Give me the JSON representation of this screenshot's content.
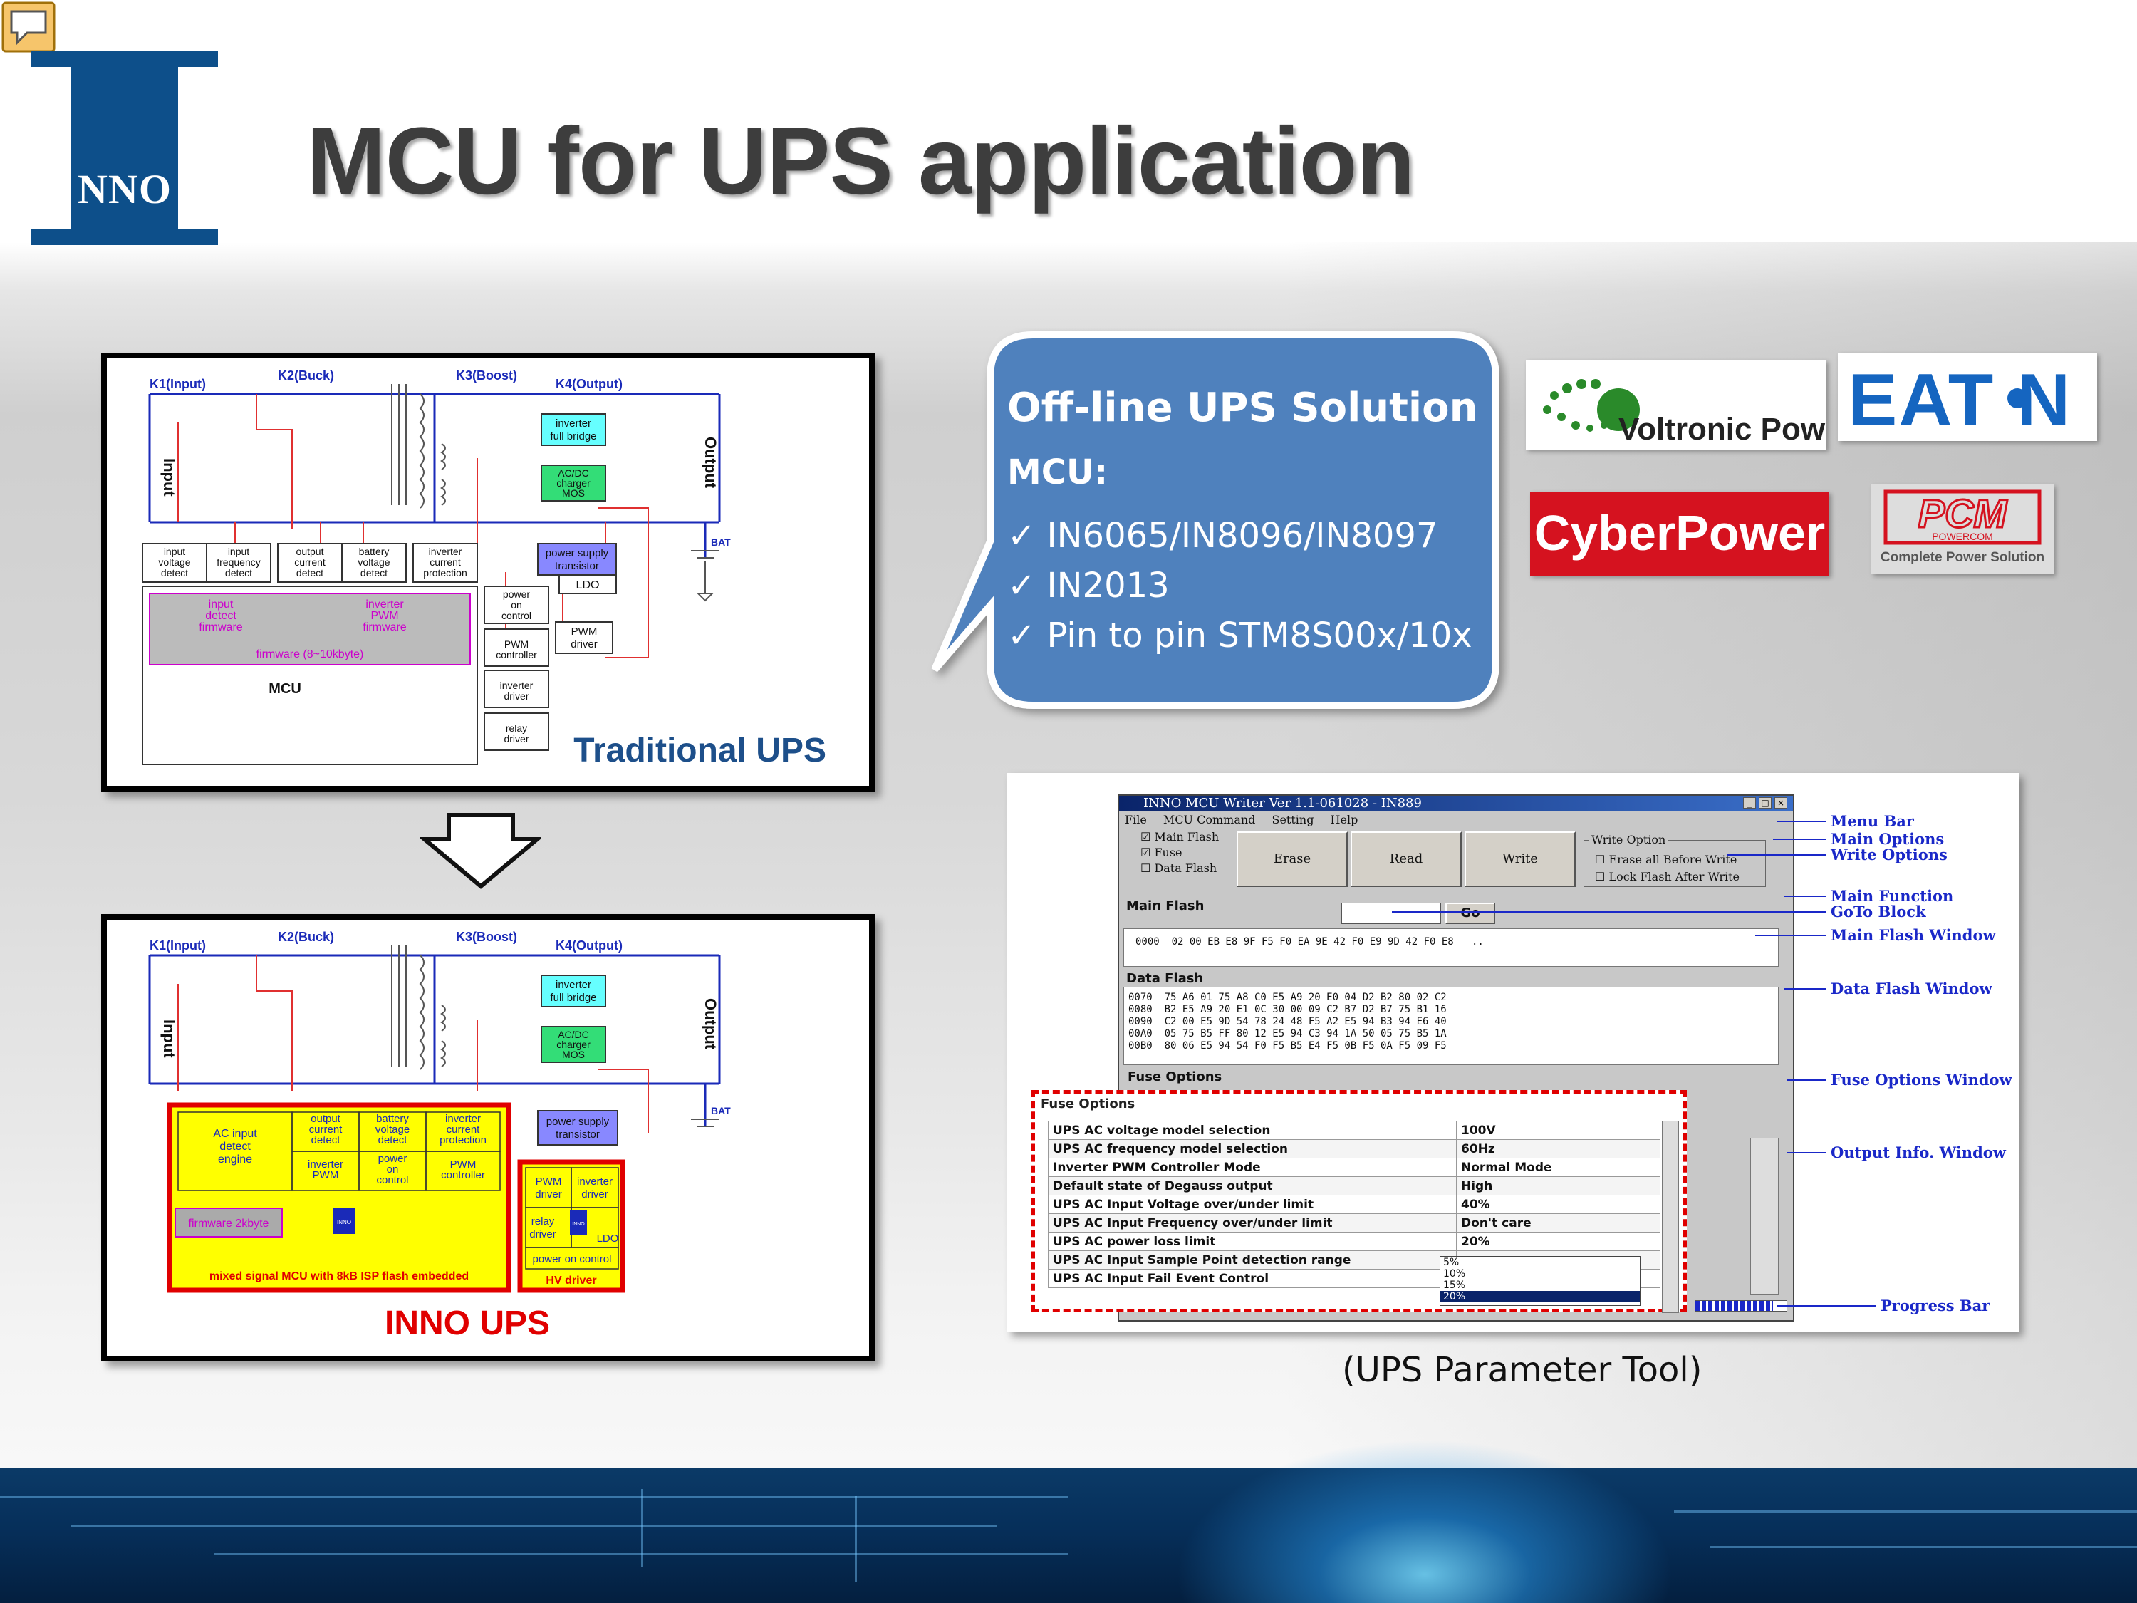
{
  "slide": {
    "title": "MCU for UPS application",
    "logo_text": "NNO"
  },
  "traditional_ups": {
    "caption": "Traditional UPS",
    "switches": [
      "K1(Input)",
      "K2(Buck)",
      "K3(Boost)",
      "K4(Output)"
    ],
    "input_label": "Input",
    "output_label": "Output",
    "bat_label": "BAT",
    "inverter_bridge": [
      "inverter",
      "full bridge"
    ],
    "charger": [
      "AC/DC",
      "charger",
      "MOS"
    ],
    "detect_blocks": [
      [
        "input",
        "voltage",
        "detect"
      ],
      [
        "input",
        "frequency",
        "detect"
      ],
      [
        "output",
        "current",
        "detect"
      ],
      [
        "battery",
        "voltage",
        "detect"
      ],
      [
        "inverter",
        "current",
        "protection"
      ]
    ],
    "power_supply": [
      "power supply",
      "transistor"
    ],
    "ldo": "LDO",
    "mcu_fw_left": [
      "input",
      "detect",
      "firmware"
    ],
    "mcu_fw_right": [
      "inverter",
      "PWM",
      "firmware"
    ],
    "mcu_fw_size": "firmware (8~10kbyte)",
    "mcu_label": "MCU",
    "right_blocks": [
      [
        "power",
        "on",
        "control"
      ],
      [
        "PWM",
        "controller"
      ],
      [
        "inverter",
        "driver"
      ],
      [
        "relay",
        "driver"
      ]
    ],
    "pwm_driver": [
      "PWM",
      "driver"
    ]
  },
  "inno_ups": {
    "caption": "INNO UPS",
    "switches": [
      "K1(Input)",
      "K2(Buck)",
      "K3(Boost)",
      "K4(Output)"
    ],
    "input_label": "Input",
    "output_label": "Output",
    "bat_label": "BAT",
    "inverter_bridge": [
      "inverter",
      "full bridge"
    ],
    "charger": [
      "AC/DC",
      "charger",
      "MOS"
    ],
    "ac_input": [
      "AC input",
      "detect",
      "engine"
    ],
    "top_cells": [
      [
        "output",
        "current",
        "detect"
      ],
      [
        "battery",
        "voltage",
        "detect"
      ],
      [
        "inverter",
        "current",
        "protection"
      ]
    ],
    "bottom_cells": [
      [
        "inverter",
        "PWM"
      ],
      [
        "power",
        "on",
        "control"
      ],
      [
        "PWM",
        "controller"
      ]
    ],
    "firmware": "firmware 2kbyte",
    "chip_label": "INNO",
    "mcu_desc": "mixed signal MCU with 8kB ISP flash embedded",
    "power_supply": [
      "power supply",
      "transistor"
    ],
    "hv_cells": [
      [
        "PWM",
        "driver"
      ],
      [
        "inverter",
        "driver"
      ],
      [
        "relay",
        "driver"
      ]
    ],
    "chip_label2": "INNO",
    "ldo": "LDO",
    "power_on": "power on control",
    "hv_driver": "HV driver"
  },
  "bubble": {
    "heading": "Off-line UPS Solution",
    "mcu_label": "MCU:",
    "bullets": [
      "IN6065/IN8096/IN8097",
      "IN2013",
      "Pin to pin STM8S00x/10x"
    ],
    "check": "✓"
  },
  "brands": {
    "voltronic": "Voltronic Power",
    "eaton": "EAT N",
    "cyberpower": "CyberPower",
    "pcm": "PCM",
    "pcm_sub": "POWERCOM",
    "pcm_tag": "Complete Power Solution"
  },
  "tool": {
    "caption": "(UPS Parameter Tool)",
    "window_title": "INNO MCU Writer Ver 1.1-061028 - IN889",
    "menu": [
      "File",
      "MCU Command",
      "Setting",
      "Help"
    ],
    "checkboxes": [
      "Main Flash",
      "Fuse",
      "Data Flash"
    ],
    "buttons": [
      "Erase",
      "Read",
      "Write"
    ],
    "write_option_title": "Write Option",
    "write_options": [
      "Erase all Before Write",
      "Lock Flash After Write"
    ],
    "main_flash_label": "Main Flash",
    "go_label": "Go",
    "main_flash_row": "0000  02 00 EB E8 9F F5 F0 EA 9E 42 F0 E9 9D 42 F0 E8   ..",
    "data_flash_label": "Data Flash",
    "data_flash_rows": [
      "0070  75 A6 01 75 A8 C0 E5 A9 20 E0 04 D2 B2 80 02 C2",
      "0080  B2 E5 A9 20 E1 0C 30 00 09 C2 B7 D2 B7 75 B1 16",
      "0090  C2 00 E5 9D 54 78 24 48 F5 A2 E5 94 B3 94 E6 40",
      "00A0  05 75 B5 FF 80 12 E5 94 C3 94 1A 50 05 75 B5 1A",
      "00B0  80 06 E5 94 54 F0 F5 B5 E4 F5 0B F5 0A F5 09 F5"
    ],
    "fuse_options_label": "Fuse Options",
    "annotations": [
      "Menu Bar",
      "Main Options",
      "Write Options",
      "Main Function",
      "GoTo Block",
      "Main Flash Window",
      "Data Flash Window",
      "Fuse Options Window",
      "Output Info. Window",
      "Progress Bar"
    ],
    "fuse_title": "Fuse Options",
    "fuse_rows": [
      {
        "name": "UPS AC voltage model selection",
        "value": "100V"
      },
      {
        "name": "UPS AC frequency model selection",
        "value": "60Hz"
      },
      {
        "name": "Inverter PWM Controller Mode",
        "value": "Normal Mode"
      },
      {
        "name": "Default state of Degauss output",
        "value": "High"
      },
      {
        "name": "UPS AC Input Voltage over/under limit",
        "value": "40%"
      },
      {
        "name": "UPS AC Input Frequency over/under limit",
        "value": "Don't care"
      },
      {
        "name": "UPS AC power loss limit",
        "value": "20%"
      },
      {
        "name": "UPS AC Input Sample Point detection range",
        "value": ""
      },
      {
        "name": "UPS AC Input Fail Event Control",
        "value": ""
      }
    ],
    "dropdown_options": [
      "5%",
      "10%",
      "15%",
      "20%"
    ],
    "dropdown_selected": 3
  },
  "colors": {
    "logo_blue": "#0d4f8a",
    "title_gray": "#3d3d3d",
    "bubble_blue": "#4f81bd",
    "trad_caption": "#1d4f8a",
    "inno_caption": "#e00000",
    "annotation_blue": "#1a28c8",
    "inno_yellow": "#ffff00",
    "inno_red": "#e00000"
  },
  "icons": {
    "comment": "comment-icon",
    "down_arrow": "arrow-down-icon",
    "checkmark": "check-icon"
  }
}
